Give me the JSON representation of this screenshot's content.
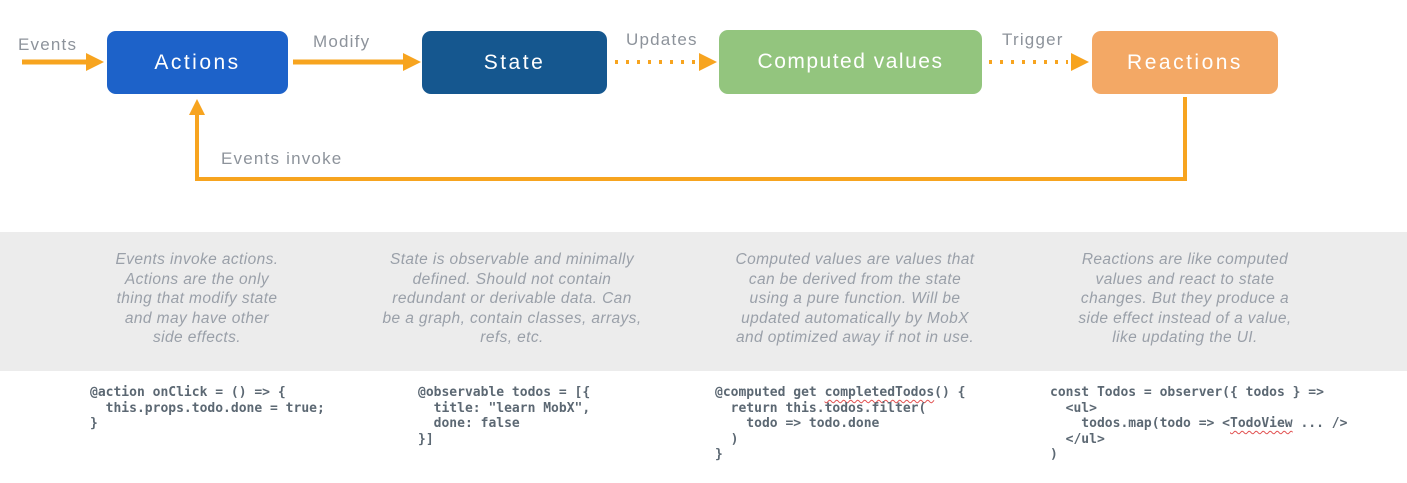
{
  "colors": {
    "arrow_orange": "#f7a41f",
    "actions_box": "#1d62c9",
    "state_box": "#15578f",
    "computed_box": "#93c57e",
    "reactions_box": "#f3a865",
    "label_gray": "#8d939b",
    "description_gray": "#9aa0a9",
    "code_slate": "#5c6873",
    "band_gray": "#ececec",
    "squiggle_red": "#e14f4f"
  },
  "flow": {
    "boxes": [
      {
        "label": "Actions"
      },
      {
        "label": "State"
      },
      {
        "label": "Computed values"
      },
      {
        "label": "Reactions"
      }
    ],
    "labels": {
      "events": "Events",
      "modify": "Modify",
      "updates": "Updates",
      "trigger": "Trigger",
      "events_invoke": "Events invoke"
    }
  },
  "descriptions": [
    {
      "lines": [
        "Events invoke actions.",
        "Actions are the only",
        "thing that modify state",
        "and may have other",
        "side effects."
      ]
    },
    {
      "lines": [
        "State is observable and minimally",
        "defined. Should not contain",
        "redundant or derivable data. Can",
        "be a graph, contain classes, arrays,",
        "refs, etc."
      ]
    },
    {
      "lines": [
        "Computed values are values that",
        "can be derived from the state",
        "using a pure function. Will be",
        "updated automatically by MobX",
        "and optimized away if not in use."
      ]
    },
    {
      "lines": [
        "Reactions are like computed",
        "values and react to state",
        "changes. But they produce a",
        "side effect instead of a value,",
        "like updating the UI."
      ]
    }
  ],
  "code_blocks": {
    "action": {
      "lines": [
        "@action onClick = () => {",
        "  this.props.todo.done = true;",
        "}"
      ]
    },
    "observable": {
      "lines": [
        "@observable todos = [{",
        "  title: \"learn MobX\",",
        "  done: false",
        "}]"
      ]
    },
    "computed": {
      "line0_pre": "@computed get ",
      "line0_squiggle": "completedTodos",
      "line0_post": "() {",
      "line1": "  return this.todos.filter(",
      "line2": "    todo => todo.done",
      "line3": "  )",
      "line4": "}"
    },
    "observer": {
      "line0": "const Todos = observer({ todos } =>",
      "line1": "  <ul>",
      "line2_pre": "    todos.map(todo => <",
      "line2_squiggle": "TodoView",
      "line2_post": " ... />",
      "line3": "  </ul>",
      "line4": ")"
    }
  }
}
